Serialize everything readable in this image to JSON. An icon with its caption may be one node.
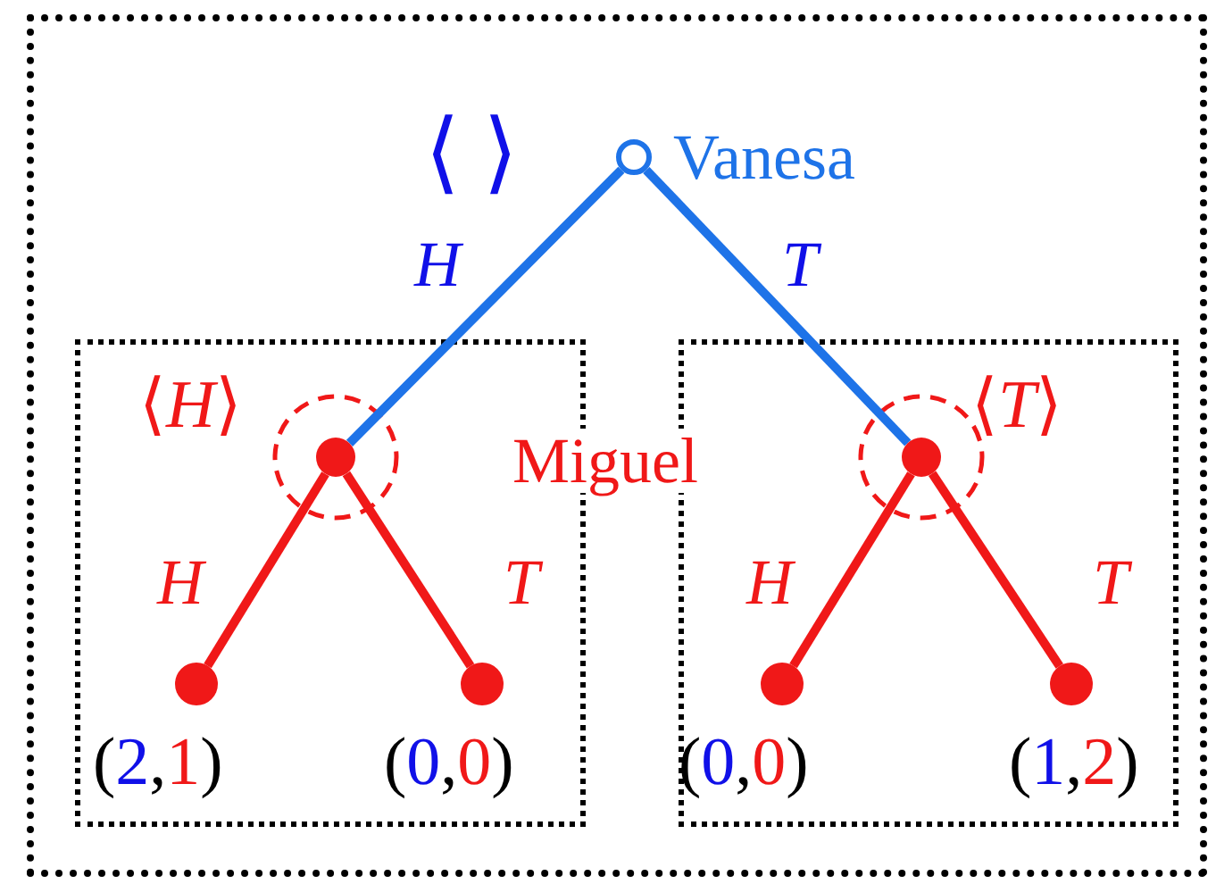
{
  "diagram": {
    "nodes": [
      {
        "text": [],
        "shape": "box"
      },
      {
        "text": [],
        "shape": "circle",
        "in": 0,
        "beside": [
          "⟨ ⟩",
          "Vanesa"
        ]
      },
      {
        "text": [],
        "shape": "box",
        "in": 0
      },
      {
        "text": [],
        "shape": "circle",
        "in": 2,
        "beside": [
          "⟨*H*⟩"
        ]
      },
      {
        "text": [],
        "shape": "circle",
        "in": 2,
        "beside": [
          "(2,1)"
        ]
      },
      {
        "text": [],
        "shape": "circle",
        "in": 2,
        "beside": [
          "(0,0)"
        ]
      },
      {
        "text": [],
        "shape": "box",
        "in": 0
      },
      {
        "text": [],
        "shape": "circle",
        "in": 6,
        "beside": [
          "⟨*T*⟩"
        ]
      },
      {
        "text": [],
        "shape": "circle",
        "in": 6,
        "beside": [
          "(0,0)"
        ]
      },
      {
        "text": [],
        "shape": "circle",
        "in": 6,
        "beside": [
          "(1,2)"
        ]
      }
    ],
    "edges": [
      {
        "from": 1,
        "to": 3,
        "arrow": "none",
        "label": "H",
        "color": "#1e73e8"
      },
      {
        "from": 1,
        "to": 7,
        "arrow": "none",
        "label": "T",
        "color": "#1e73e8"
      },
      {
        "from": 3,
        "to": 4,
        "arrow": "none",
        "label": "H"
      },
      {
        "from": 3,
        "to": 5,
        "arrow": "none",
        "label": "T"
      },
      {
        "from": 7,
        "to": 8,
        "arrow": "none",
        "label": "H"
      },
      {
        "from": 7,
        "to": 9,
        "arrow": "none",
        "label": "T"
      }
    ],
    "labels": [
      "Miguel"
    ]
  }
}
